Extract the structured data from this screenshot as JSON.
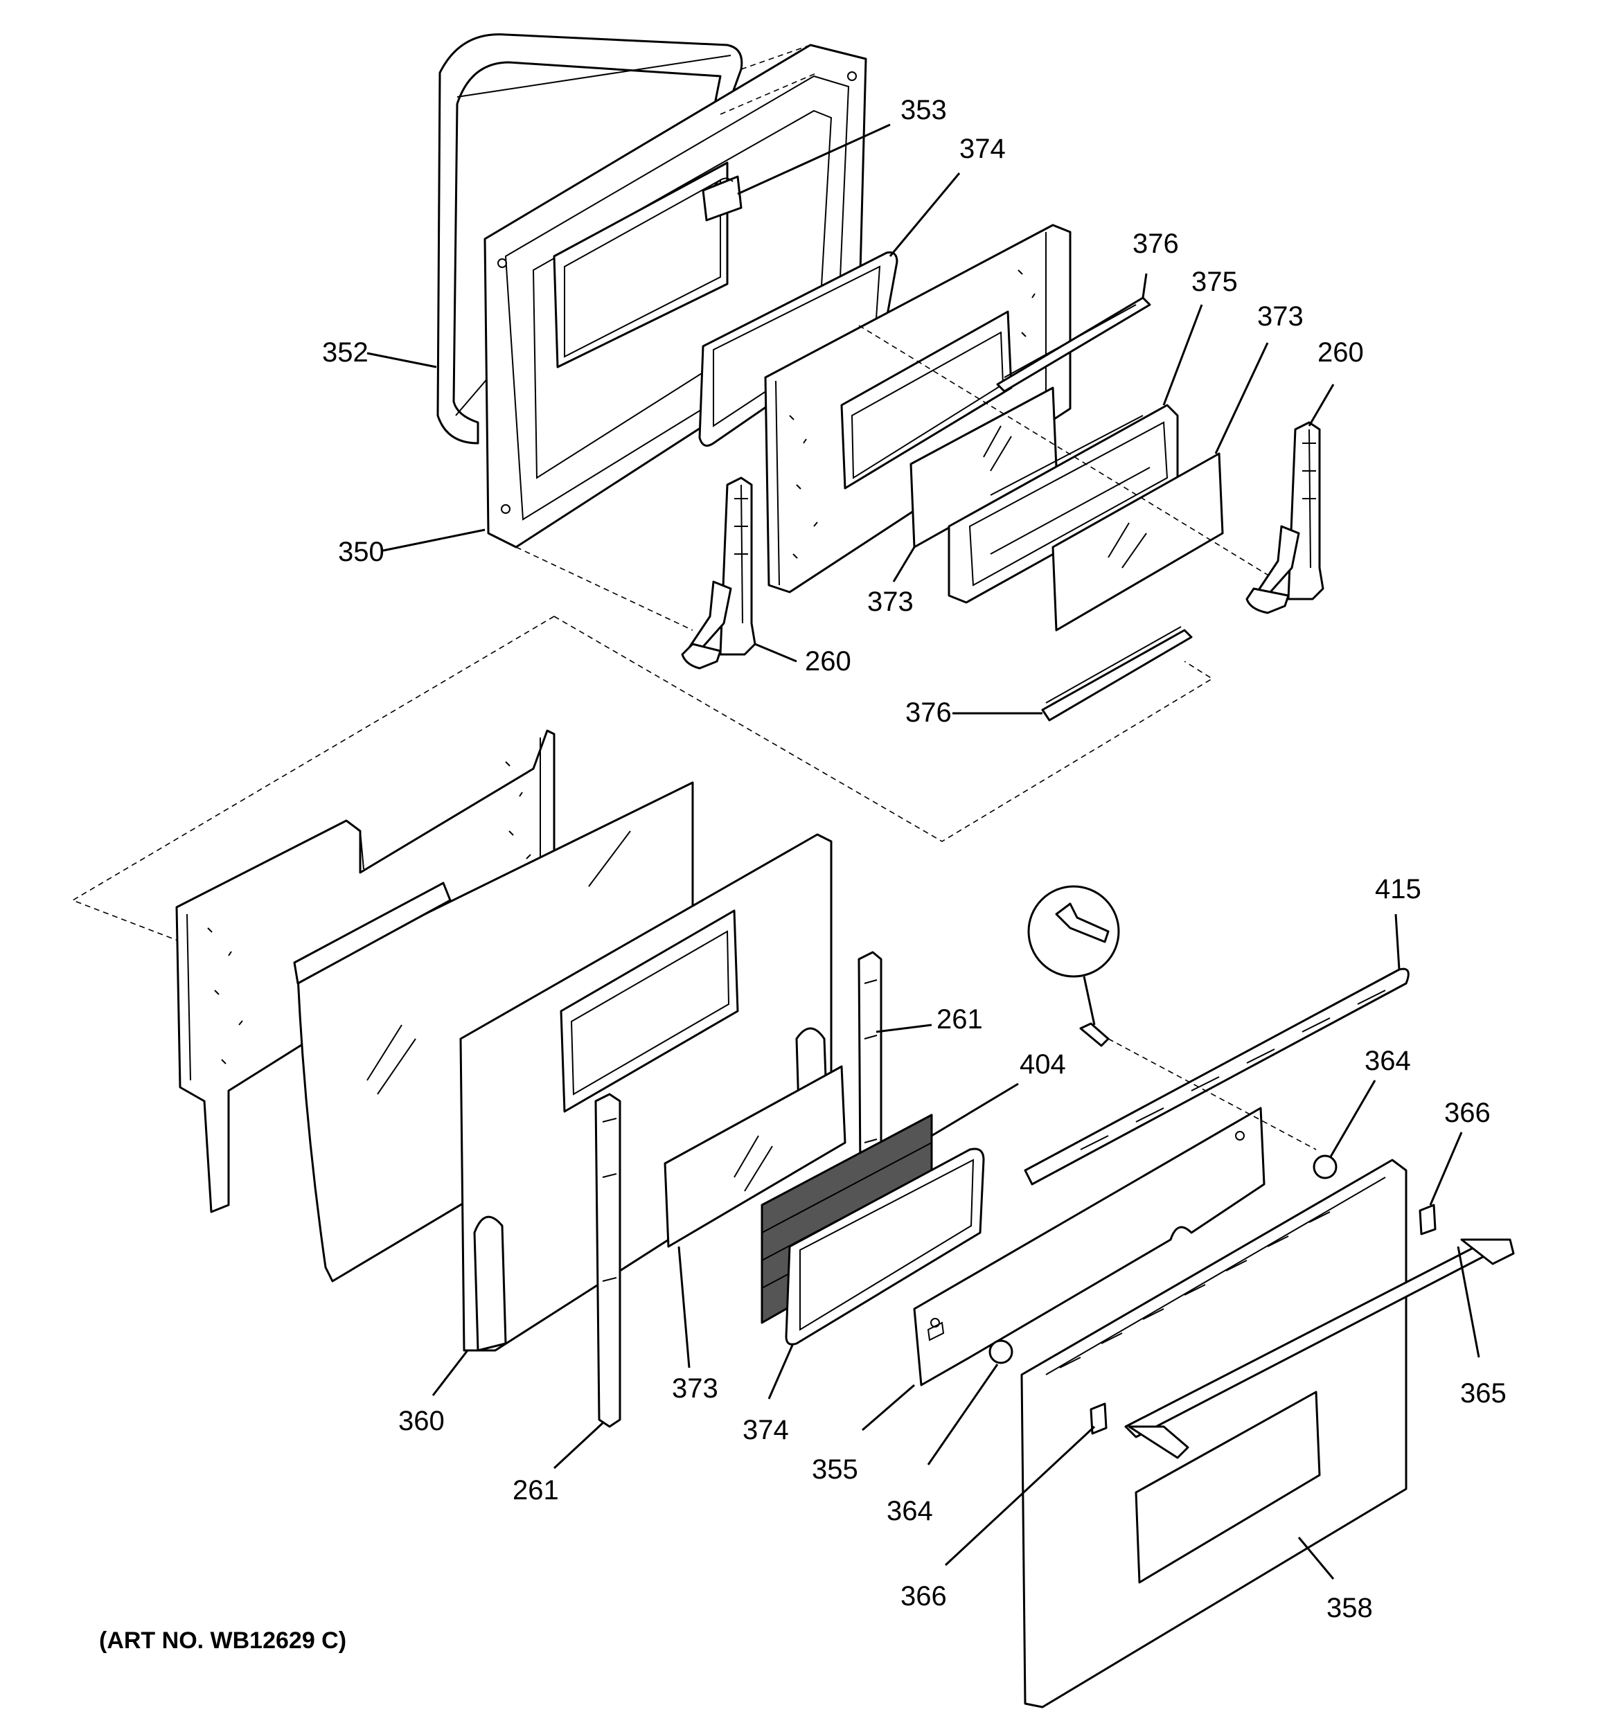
{
  "art_number": "(ART NO. WB12629 C)",
  "callouts": [
    {
      "id": "c353",
      "label": "353"
    },
    {
      "id": "c374a",
      "label": "374"
    },
    {
      "id": "c376a",
      "label": "376"
    },
    {
      "id": "c375",
      "label": "375"
    },
    {
      "id": "c373a",
      "label": "373"
    },
    {
      "id": "c260a",
      "label": "260"
    },
    {
      "id": "c352",
      "label": "352"
    },
    {
      "id": "c350",
      "label": "350"
    },
    {
      "id": "c373b",
      "label": "373"
    },
    {
      "id": "c260b",
      "label": "260"
    },
    {
      "id": "c376b",
      "label": "376"
    },
    {
      "id": "c415",
      "label": "415"
    },
    {
      "id": "c261a",
      "label": "261"
    },
    {
      "id": "c404",
      "label": "404"
    },
    {
      "id": "c364a",
      "label": "364"
    },
    {
      "id": "c366a",
      "label": "366"
    },
    {
      "id": "c360",
      "label": "360"
    },
    {
      "id": "c373c",
      "label": "373"
    },
    {
      "id": "c374b",
      "label": "374"
    },
    {
      "id": "c355",
      "label": "355"
    },
    {
      "id": "c365",
      "label": "365"
    },
    {
      "id": "c261b",
      "label": "261"
    },
    {
      "id": "c364b",
      "label": "364"
    },
    {
      "id": "c366b",
      "label": "366"
    },
    {
      "id": "c358",
      "label": "358"
    }
  ]
}
